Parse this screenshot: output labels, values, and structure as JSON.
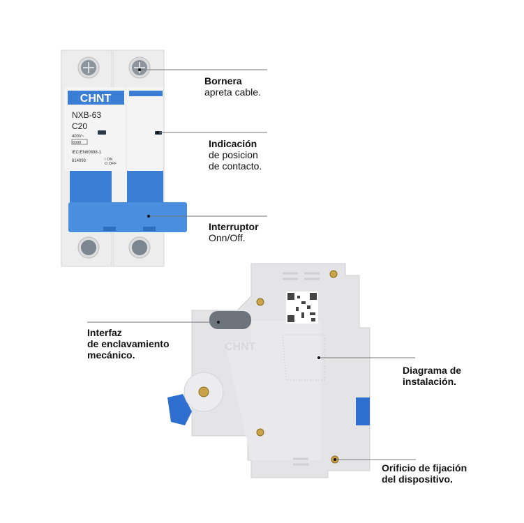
{
  "colors": {
    "accent_blue": "#3a7fd5",
    "body_gray": "#e6e6e8",
    "line_gray": "#777777"
  },
  "product": {
    "brand": "CHNT",
    "model": "NXB-63",
    "rating": "C20",
    "voltage": "400V~",
    "breaking": "6000",
    "standard": "IEC/EN60898-1",
    "code": "814093",
    "on_label": "I ON",
    "off_label": "O OFF"
  },
  "callouts": [
    {
      "title": "Bornera",
      "text": [
        "apreta cable."
      ]
    },
    {
      "title": "Indicación",
      "text": [
        "de posicion",
        "de contacto."
      ]
    },
    {
      "title": "Interruptor",
      "text": [
        "Onn/Off."
      ]
    },
    {
      "title": "Interfaz",
      "text": [
        "de enclavamiento",
        "mecánico."
      ]
    },
    {
      "title": "Diagrama de",
      "text": [
        "instalación."
      ]
    },
    {
      "title": "Orificio de fijación",
      "text": [
        "del dispositivo."
      ]
    }
  ]
}
